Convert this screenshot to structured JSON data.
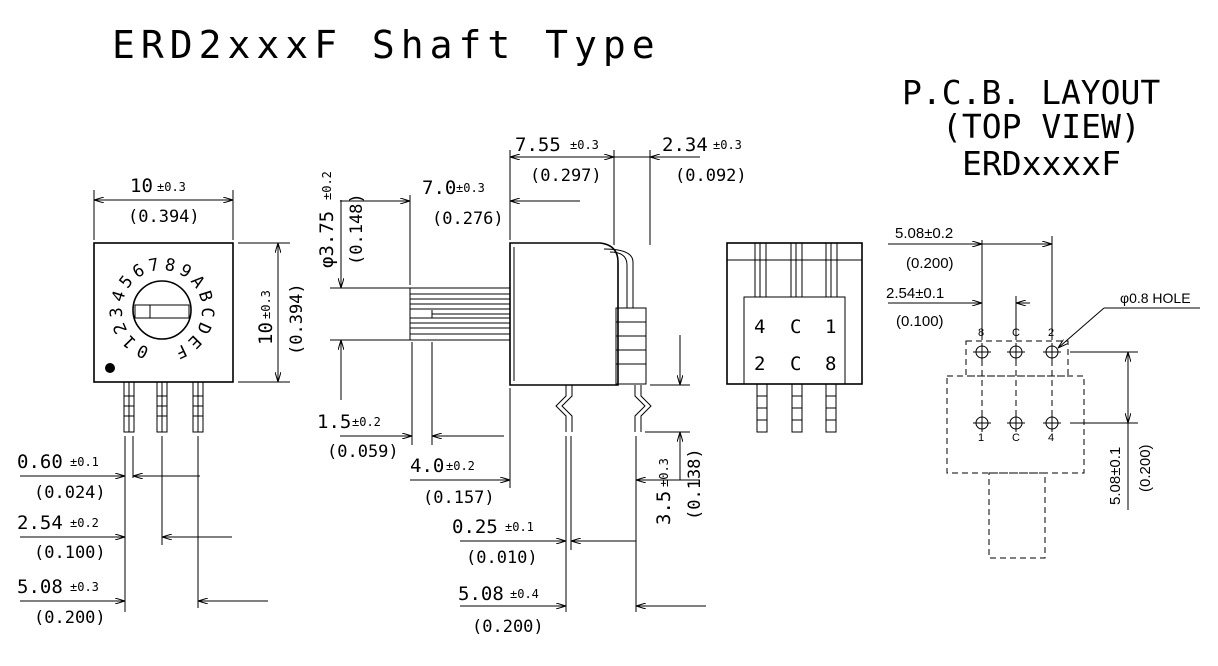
{
  "title": "ERD2xxxF Shaft Type",
  "pcb": {
    "line1": "P.C.B. LAYOUT",
    "line2": "(TOP VIEW)",
    "line3": "ERDxxxxF",
    "dim_pitch_outer": "5.08±0.2",
    "dim_pitch_outer_in": "(0.200)",
    "dim_pitch_inner": "2.54±0.1",
    "dim_pitch_inner_in": "(0.100)",
    "hole_label": "φ0.8 HOLE",
    "dim_row": "5.08±0.1",
    "dim_row_in": "(0.200)",
    "pin_top": [
      "8",
      "C",
      "2"
    ],
    "pin_bottom": [
      "1",
      "C",
      "4"
    ]
  },
  "front": {
    "dial_digits": [
      "0",
      "1",
      "2",
      "3",
      "4",
      "5",
      "6",
      "7",
      "8",
      "9",
      "A",
      "B",
      "C",
      "D",
      "E",
      "F"
    ],
    "dim_width": "10",
    "dim_width_tol": "±0.3",
    "dim_width_in": "(0.394)",
    "dim_height": "10",
    "dim_height_tol": "±0.3",
    "dim_height_in": "(0.394)",
    "dim_pin_w": "0.60",
    "dim_pin_w_tol": "±0.1",
    "dim_pin_w_in": "(0.024)",
    "dim_pitch": "2.54",
    "dim_pitch_tol": "±0.2",
    "dim_pitch_in": "(0.100)",
    "dim_span": "5.08",
    "dim_span_tol": "±0.3",
    "dim_span_in": "(0.200)"
  },
  "side": {
    "dim_top_a": "7.55",
    "dim_top_a_tol": "±0.3",
    "dim_top_a_in": "(0.297)",
    "dim_top_b": "2.34",
    "dim_top_b_tol": "±0.3",
    "dim_top_b_in": "(0.092)",
    "dim_shaft_len": "7.0",
    "dim_shaft_len_tol": "±0.3",
    "dim_shaft_len_in": "(0.276)",
    "dim_shaft_dia": "φ3.75",
    "dim_shaft_dia_tol": "±0.2",
    "dim_shaft_dia_in": "(0.148)",
    "dim_flange": "1.5",
    "dim_flange_tol": "±0.2",
    "dim_flange_in": "(0.059)",
    "dim_b": "4.0",
    "dim_b_tol": "±0.2",
    "dim_b_in": "(0.157)",
    "dim_lead_t": "0.25",
    "dim_lead_t_tol": "±0.1",
    "dim_lead_t_in": "(0.010)",
    "dim_lead_span": "5.08",
    "dim_lead_span_tol": "±0.4",
    "dim_lead_span_in": "(0.200)",
    "dim_lead_len": "3.5",
    "dim_lead_len_tol": "±0.3",
    "dim_lead_len_in": "(0.138)"
  },
  "back": {
    "row1": [
      "4",
      "C",
      "1"
    ],
    "row2": [
      "2",
      "C",
      "8"
    ]
  }
}
